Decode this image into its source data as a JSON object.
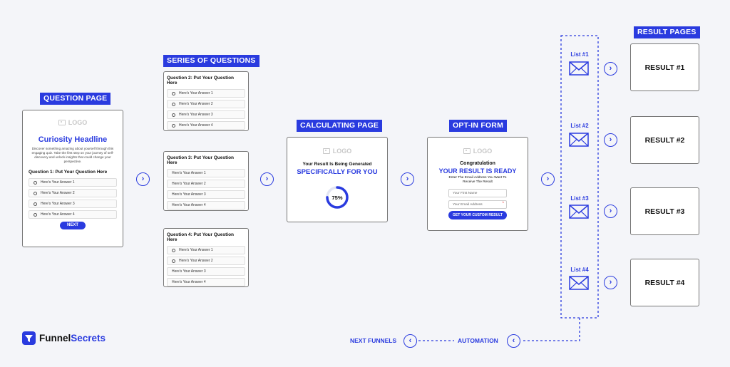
{
  "labels": {
    "question_page": "QUESTION PAGE",
    "series_of_questions": "SERIES OF QUESTIONS",
    "calculating_page": "CALCULATING PAGE",
    "opt_in_form": "OPT-IN FORM",
    "result_pages": "RESULT PAGES",
    "automation": "AUTOMATION",
    "next_funnels": "NEXT FUNNELS"
  },
  "logo_text": "LOGO",
  "question_page": {
    "headline": "Curiosity Headline",
    "description": "Discover something amazing about yourself through this engaging quiz. Take the first step on your journey of self-discovery and unlock insights that could change your perspective.",
    "question": "Question 1: Put Your Question Here",
    "answers": [
      "Here's Your Answer 1",
      "Here's Your Answer 2",
      "Here's Your Answer 3",
      "Here's Your Answer 4"
    ],
    "next_label": "NEXT"
  },
  "series": [
    {
      "question": "Question 2: Put Your Question Here",
      "answers": [
        "Here's Your Answer 1",
        "Here's Your Answer 2",
        "Here's Your Answer 3",
        "Here's Your Answer 4"
      ]
    },
    {
      "question": "Question 3: Put Your Question Here",
      "answers": [
        "Here's Your Answer 1",
        "Here's Your Answer 2",
        "Here's Your Answer 3",
        "Here's Your Answer 4"
      ]
    },
    {
      "question": "Question 4: Put Your Question Here",
      "answers": [
        "Here's Your Answer 1",
        "Here's Your Answer 2",
        "Here's Your Answer 3",
        "Here's Your Answer 4"
      ]
    }
  ],
  "calculating": {
    "line1": "Your Result Is Being Generated",
    "line2": "SPECIFICALLY FOR YOU",
    "progress_label": "75%",
    "progress_fraction": 0.75
  },
  "optin": {
    "title": "Congratulation",
    "headline": "YOUR RESULT IS READY",
    "sub": "Enter The Email Address You Want To Receive The Result",
    "first_name_placeholder": "Your First Name",
    "email_placeholder": "Your Email Address",
    "button_label": "GET YOUR CUSTOM RESULT"
  },
  "lists": [
    "List #1",
    "List #2",
    "List #3",
    "List #4"
  ],
  "results": [
    "RESULT #1",
    "RESULT #2",
    "RESULT #3",
    "RESULT #4"
  ],
  "brand": {
    "part1": "Funnel",
    "part2": "Secrets"
  },
  "colors": {
    "accent": "#2a3bdf",
    "background": "#f4f5f9"
  }
}
